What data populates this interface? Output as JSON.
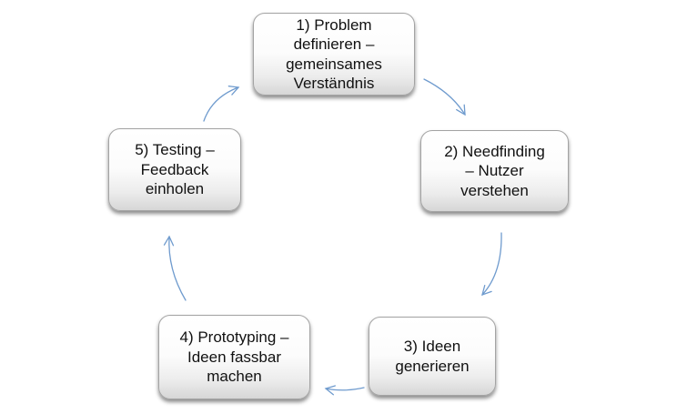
{
  "diagram": {
    "type": "cycle",
    "nodes": [
      {
        "id": "1",
        "label": "1) Problem\ndefinieren –\ngemeinsames\nVerständnis"
      },
      {
        "id": "2",
        "label": "2) Needfinding\n– Nutzer\nverstehen"
      },
      {
        "id": "3",
        "label": "3) Ideen\ngenerieren"
      },
      {
        "id": "4",
        "label": "4) Prototyping –\nIdeen fassbar\nmachen"
      },
      {
        "id": "5",
        "label": "5) Testing –\nFeedback\neinholen"
      }
    ],
    "edges": [
      {
        "from": "1",
        "to": "2"
      },
      {
        "from": "2",
        "to": "3"
      },
      {
        "from": "3",
        "to": "4"
      },
      {
        "from": "4",
        "to": "5"
      },
      {
        "from": "5",
        "to": "1"
      }
    ],
    "colors": {
      "arrow": "#6f9bce",
      "box_border": "#a3a3a3",
      "box_fill_top": "#ffffff",
      "box_fill_bottom": "#d6d6d6",
      "text": "#111111",
      "background": "#ffffff"
    }
  }
}
